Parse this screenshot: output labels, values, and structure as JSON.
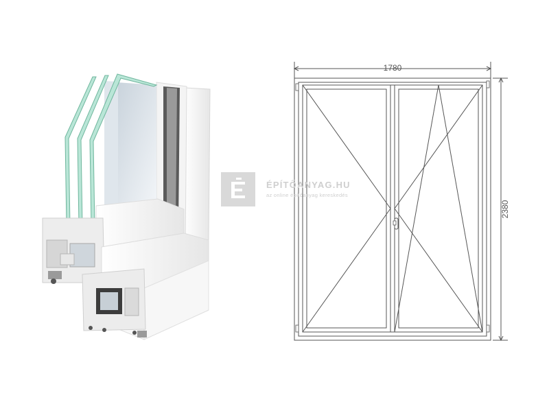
{
  "dimensions": {
    "width_label": "1780",
    "height_label": "2380"
  },
  "watermark": {
    "brand": "ÉPÍTŐANYAG.HU",
    "tagline": "az online építőanyag kereskedés",
    "logo_letter": "É"
  },
  "colors": {
    "line": "#555555",
    "frame_light": "#f2f2f2",
    "glass": "#9fd6c4",
    "watermark": "#d9d9d9"
  }
}
